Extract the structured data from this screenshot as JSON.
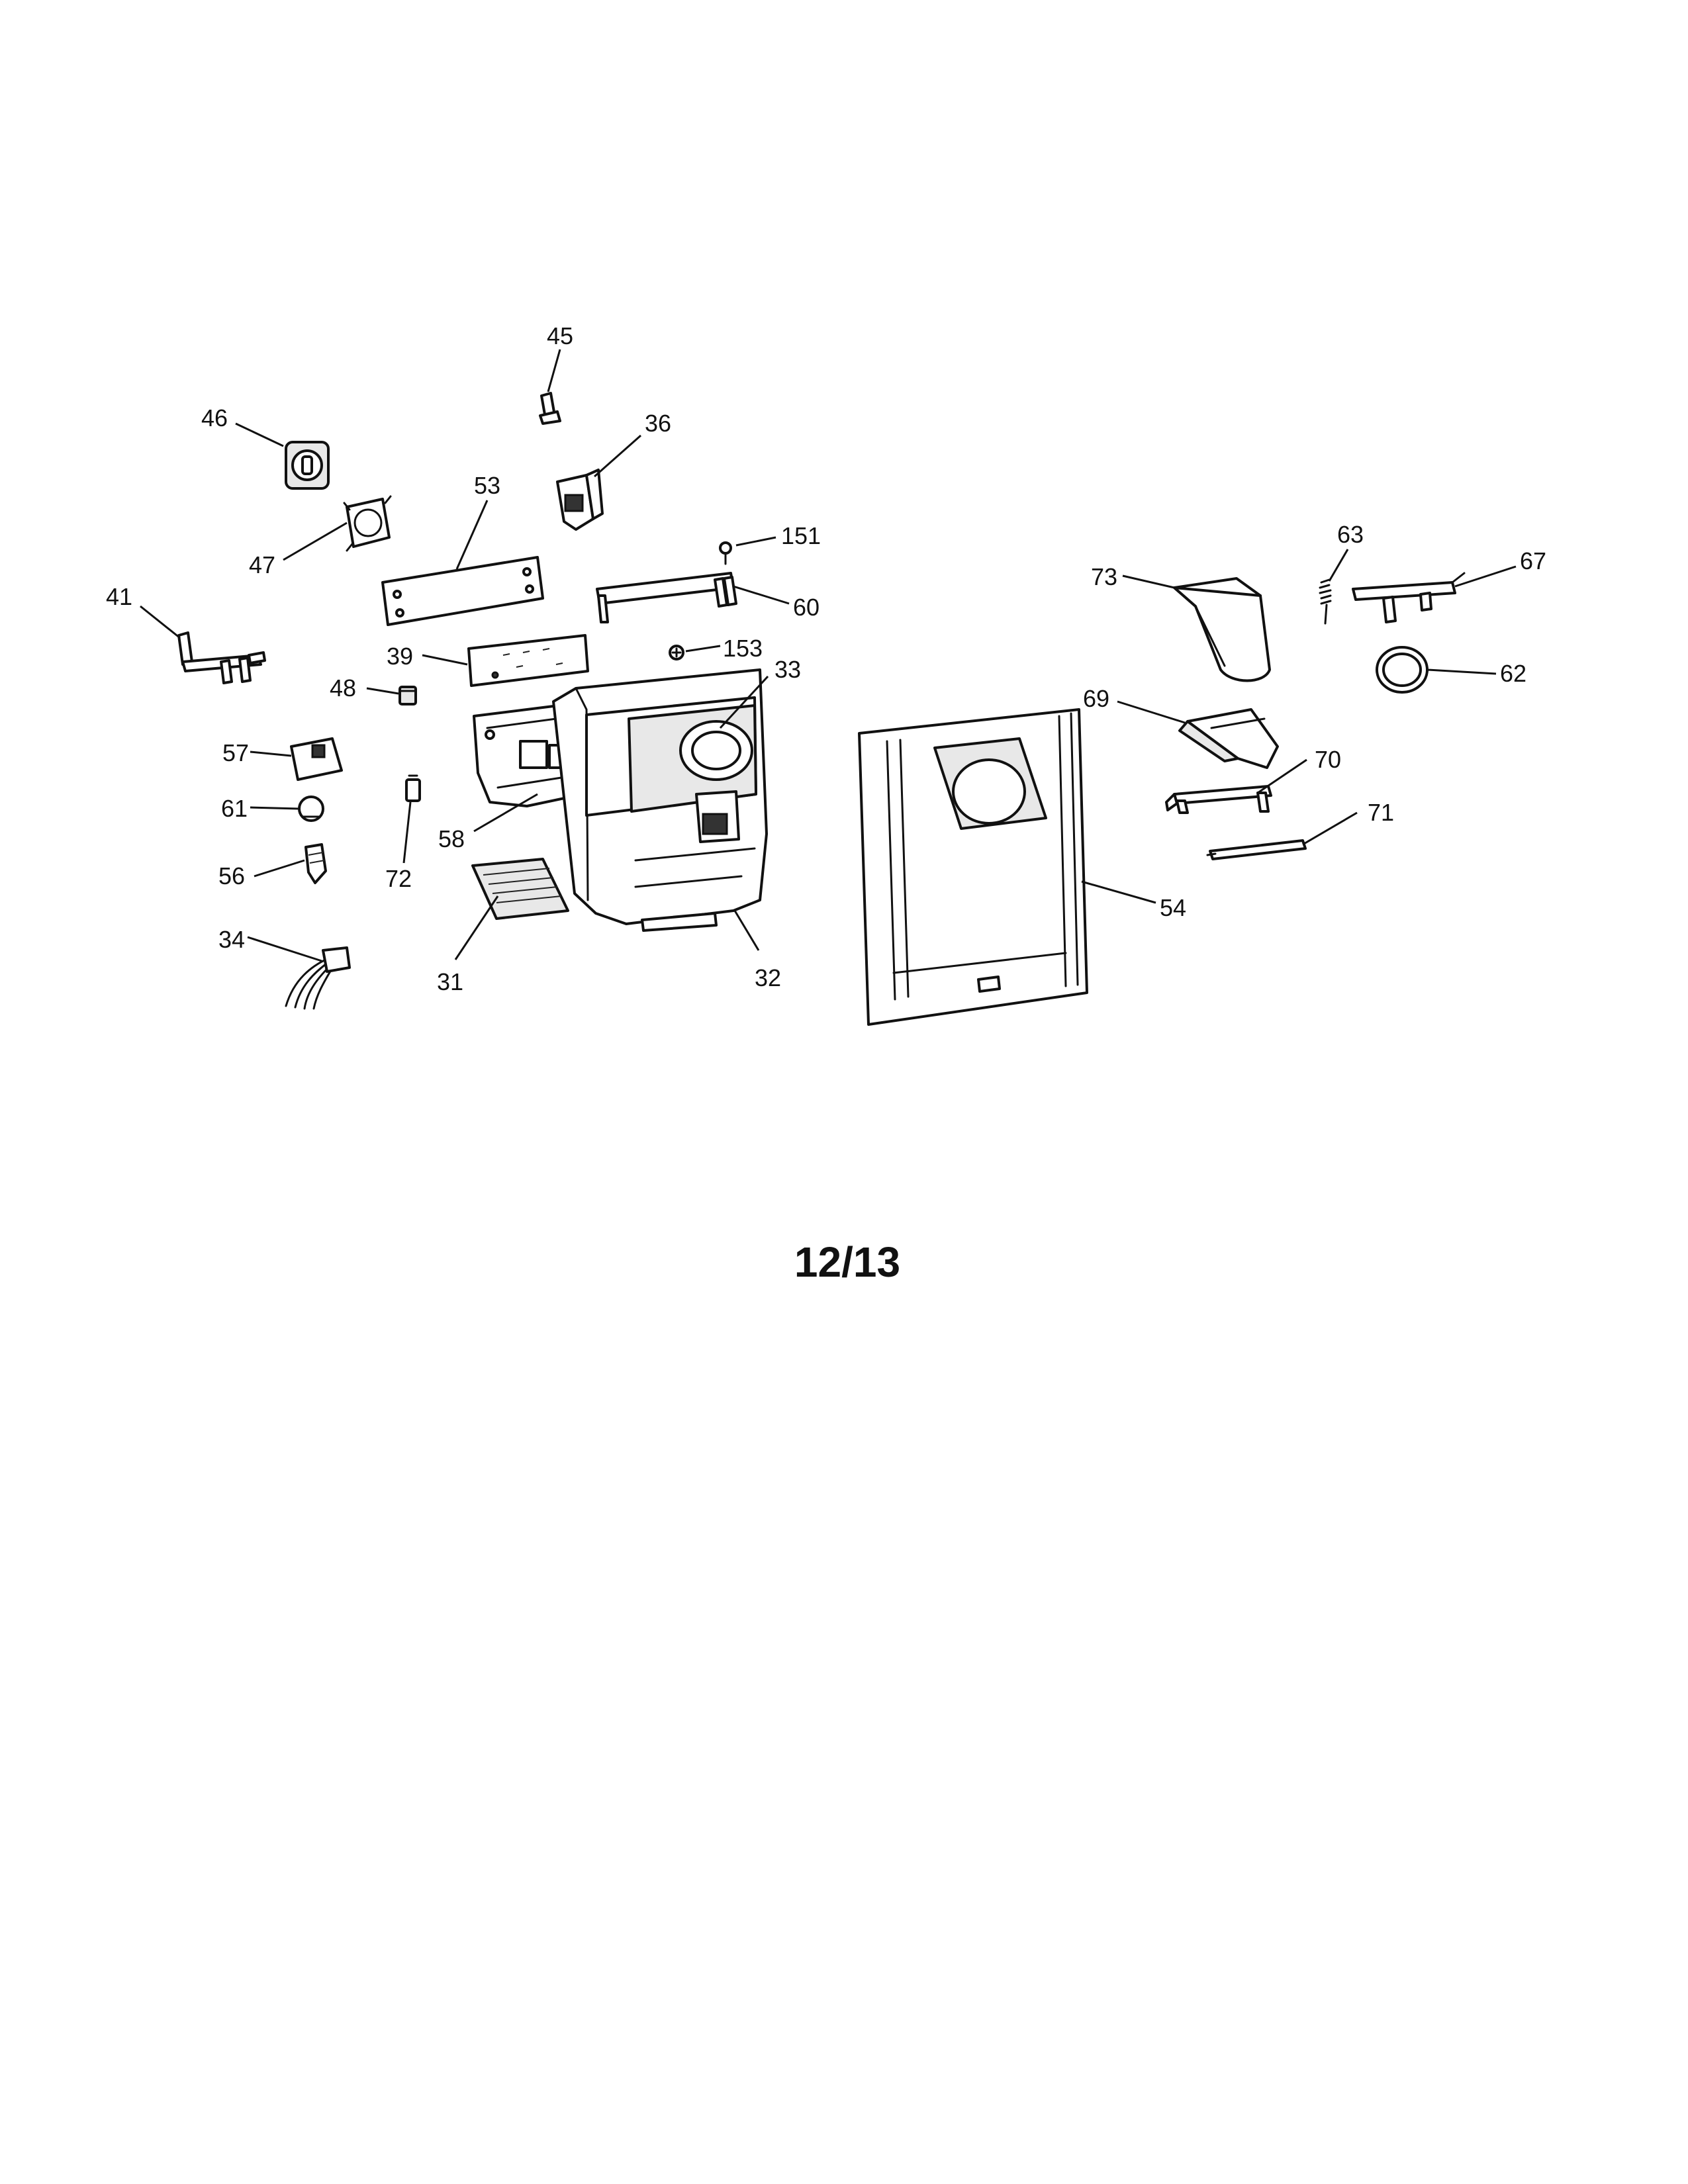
{
  "page_label": "12/13",
  "callouts": {
    "c31": "31",
    "c32": "32",
    "c33": "33",
    "c34": "34",
    "c36": "36",
    "c39": "39",
    "c41": "41",
    "c45": "45",
    "c46": "46",
    "c47": "47",
    "c48": "48",
    "c53": "53",
    "c54": "54",
    "c56": "56",
    "c57": "57",
    "c58": "58",
    "c60": "60",
    "c61": "61",
    "c62": "62",
    "c63": "63",
    "c67": "67",
    "c69": "69",
    "c70": "70",
    "c71": "71",
    "c72": "72",
    "c73": "73",
    "c151": "151",
    "c153": "153"
  }
}
